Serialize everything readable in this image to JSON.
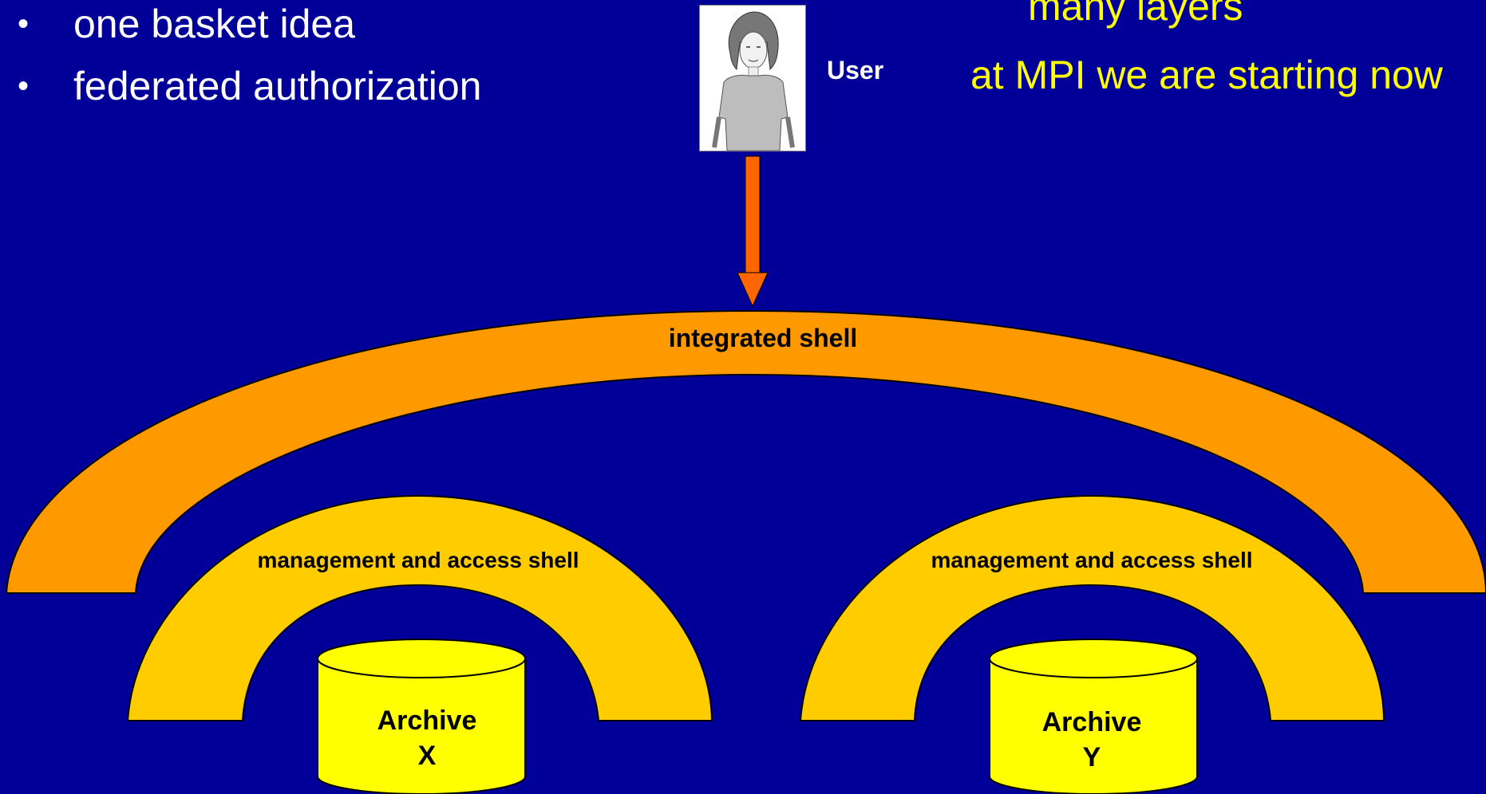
{
  "bullets": [
    {
      "text": "one basket idea"
    },
    {
      "text": "federated authorization"
    }
  ],
  "bullet_glyph": "•",
  "notes": {
    "line1": "many layers",
    "line2": "at MPI we are starting now"
  },
  "user": {
    "label": "User",
    "icon": "user-portrait-icon"
  },
  "shells": {
    "integrated": "integrated shell",
    "management_x": "management and access shell",
    "management_y": "management and access shell"
  },
  "archives": {
    "x": {
      "line1": "Archive",
      "line2": "X"
    },
    "y": {
      "line1": "Archive",
      "line2": "Y"
    }
  },
  "colors": {
    "background": "#000099",
    "integrated_shell": "#ff9900",
    "management_shell": "#ffcc00",
    "archive": "#ffff00",
    "arrow": "#ff6600",
    "note_text": "#ffff00",
    "bullet_text": "#ffffff"
  }
}
